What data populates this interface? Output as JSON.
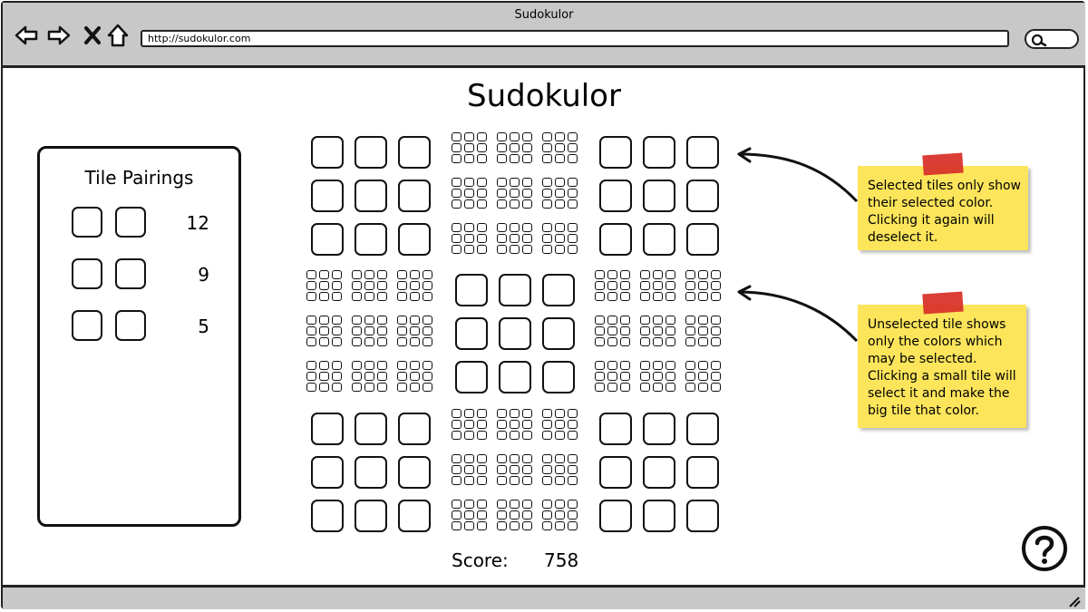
{
  "browser": {
    "window_title": "Sudokulor",
    "url": "http://sudokulor.com"
  },
  "page": {
    "title": "Sudokulor"
  },
  "pairings": {
    "title": "Tile Pairings",
    "rows": [
      {
        "value": "12"
      },
      {
        "value": "9"
      },
      {
        "value": "5"
      }
    ]
  },
  "score": {
    "label": "Score:",
    "value": "758"
  },
  "notes": {
    "selected": "Selected tiles only show their selected color. Clicking it again will deselect it.",
    "unselected": "Unselected tile shows only the colors which may be selected. Clicking a small tile will select it and make the big tile that color."
  },
  "board": {
    "selected_blocks": [
      0,
      2,
      4,
      6,
      8
    ],
    "unselected_blocks": [
      1,
      3,
      5,
      7
    ]
  },
  "colors": {
    "chrome": "#c8c8c8",
    "sticky_note": "#fce55b",
    "tape": "#d9342b"
  },
  "icons": [
    "back-icon",
    "forward-icon",
    "stop-icon",
    "home-icon",
    "search-icon",
    "resize-grip-icon",
    "help-icon"
  ]
}
